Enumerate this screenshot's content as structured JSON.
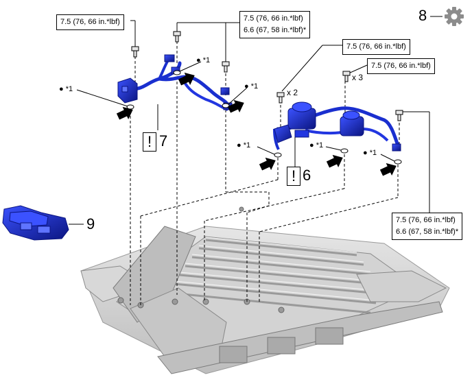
{
  "torque": {
    "a": "7.5 (76, 66 in.*lbf)",
    "b_line1": "7.5 (76, 66 in.*lbf)",
    "b_line2": "6.6 (67, 58 in.*lbf)*",
    "c": "7.5 (76, 66 in.*lbf)",
    "d": "7.5 (76, 66 in.*lbf)",
    "e_line1": "7.5 (76, 66 in.*lbf)",
    "e_line2": "6.6 (67, 58 in.*lbf)*"
  },
  "callouts": {
    "six": "6",
    "seven": "7",
    "eight": "8",
    "nine": "9",
    "warn": "!"
  },
  "notes": {
    "star1": "*1"
  },
  "quantities": {
    "x2": "x 2",
    "x3": "x 3"
  },
  "colors": {
    "harness_blue": "#1a2fcf",
    "harness_dark": "#0b1580",
    "frame_gray": "#c9c9c9",
    "frame_dark": "#6f6f6f",
    "gear_gray": "#8c8c8c",
    "arrow": "#000000"
  },
  "icons": {
    "gear": "gear-icon",
    "bolt": "bolt-icon",
    "arrow": "arrow-icon",
    "gasket": "gasket-icon"
  }
}
